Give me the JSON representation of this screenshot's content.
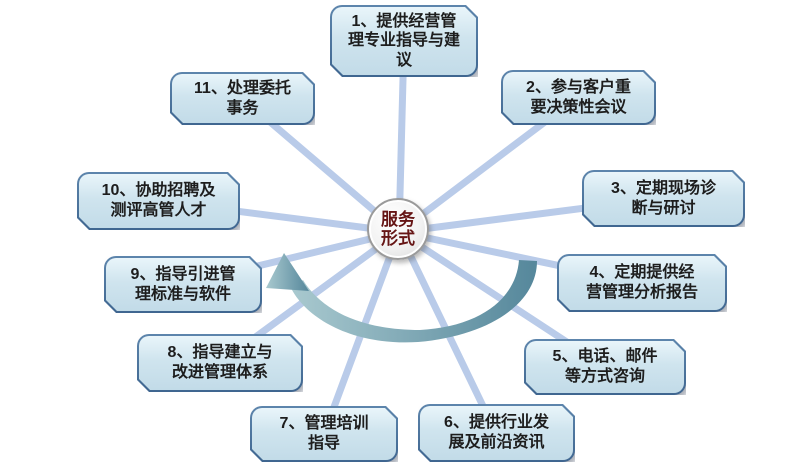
{
  "diagram": {
    "title_hint": "service-forms-cycle-diagram",
    "center": {
      "lines": [
        "服务",
        "形式"
      ]
    },
    "nodes": [
      {
        "id": "1",
        "lines": [
          "1、提供经营管",
          "理专业指导与建",
          "议"
        ]
      },
      {
        "id": "2",
        "lines": [
          "2、参与客户重",
          "要决策性会议"
        ]
      },
      {
        "id": "3",
        "lines": [
          "3、定期现场诊",
          "断与研讨"
        ]
      },
      {
        "id": "4",
        "lines": [
          "4、定期提供经",
          "营管理分析报告"
        ]
      },
      {
        "id": "5",
        "lines": [
          "5、电话、邮件",
          "等方式咨询"
        ]
      },
      {
        "id": "6",
        "lines": [
          "6、提供行业发",
          "展及前沿资讯"
        ]
      },
      {
        "id": "7",
        "lines": [
          "7、管理培训",
          "指导"
        ]
      },
      {
        "id": "8",
        "lines": [
          "8、指导建立与",
          "改进管理体系"
        ]
      },
      {
        "id": "9",
        "lines": [
          "9、指导引进管",
          "理标准与软件"
        ]
      },
      {
        "id": "10",
        "lines": [
          "10、协助招聘及",
          "测评高管人才"
        ]
      },
      {
        "id": "11",
        "lines": [
          "11、处理委托",
          "事务"
        ]
      }
    ],
    "colors": {
      "node_fill_top": "#e9f5fa",
      "node_fill_bottom": "#c2dbe8",
      "node_border": "#4d7298",
      "node_text": "#1d1d1d",
      "spoke": "#b9cbe9",
      "arrow_gradient_start": "#a9c9cf",
      "arrow_gradient_end": "#55879b",
      "hub_text": "#661515",
      "hub_border": "#9a9a9a",
      "background": "#ffffff"
    }
  }
}
